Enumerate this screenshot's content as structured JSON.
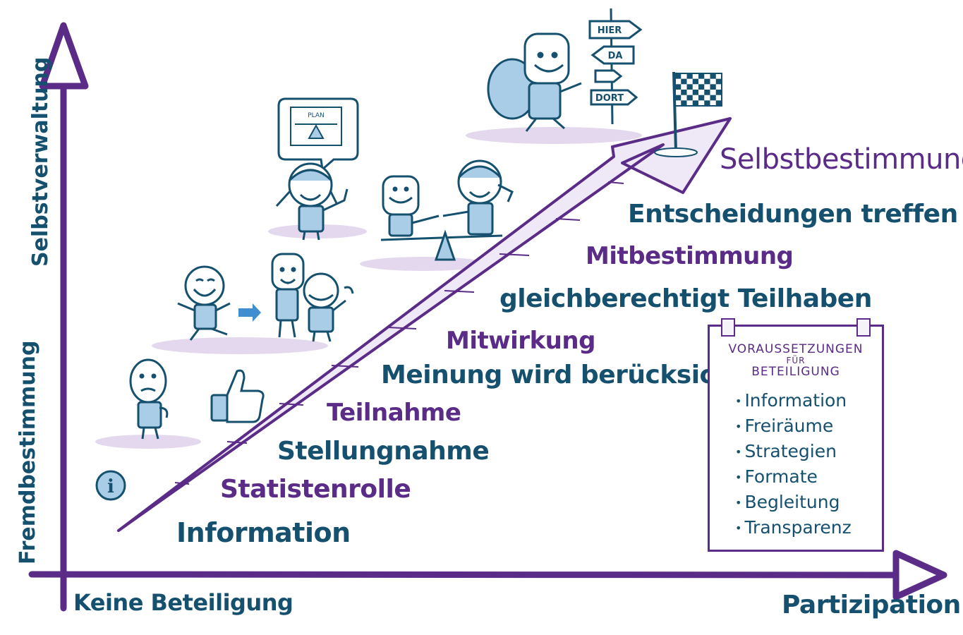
{
  "axes": {
    "y_top_label": "Selbstverwaltung",
    "y_bottom_label": "Fremdbestimmung",
    "x_left_label": "Keine Beteiligung",
    "x_right_label": "Partizipation"
  },
  "goal_label": "Selbstbestimmung",
  "steps": [
    {
      "text": "Information",
      "tone": "teal"
    },
    {
      "text": "Statistenrolle",
      "tone": "purple"
    },
    {
      "text": "Stellungnahme",
      "tone": "teal"
    },
    {
      "text": "Teilnahme",
      "tone": "purple"
    },
    {
      "text": "Meinung wird berücksichtigt",
      "tone": "teal"
    },
    {
      "text": "Mitwirkung",
      "tone": "purple"
    },
    {
      "text": "gleichberechtigt Teilhaben",
      "tone": "teal"
    },
    {
      "text": "Mitbestimmung",
      "tone": "purple"
    },
    {
      "text": "Entscheidungen treffen",
      "tone": "teal"
    }
  ],
  "signpost": [
    "HIER",
    "DA",
    "DORT"
  ],
  "plan_label": "PLAN",
  "info_icon_glyph": "i",
  "requirements": {
    "title_line1": "VORAUSSETZUNGEN",
    "title_line2": "FÜR",
    "title_line3": "BETEILIGUNG",
    "items": [
      "Information",
      "Freiräume",
      "Strategien",
      "Formate",
      "Begleitung",
      "Transparenz"
    ]
  },
  "colors": {
    "purple": "#5a2b87",
    "teal": "#16506f",
    "light_blue": "#a9cde6",
    "lavender": "#e3d8ee"
  }
}
